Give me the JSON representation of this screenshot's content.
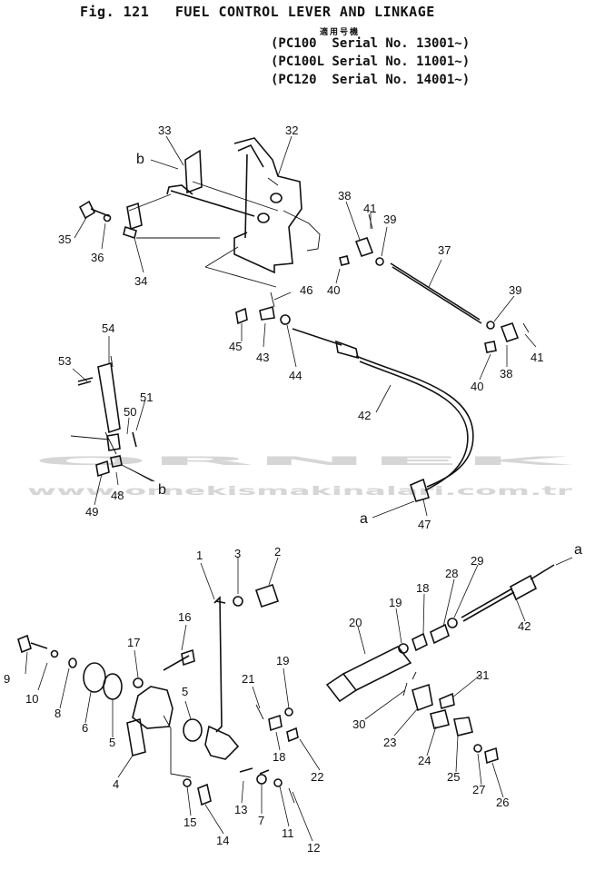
{
  "header": {
    "title": "Fig. 121   FUEL CONTROL LEVER AND LINKAGE",
    "applicable_label": "適用号機",
    "serials": [
      "(PC100  Serial No. 13001~)",
      "(PC100L Serial No. 11001~)",
      "(PC120  Serial No. 14001~)"
    ]
  },
  "watermark": {
    "brand": "ORNEK",
    "url": "www.ornekismakinalari.com.tr"
  },
  "callouts": [
    {
      "id": "upper-a",
      "text": "a"
    },
    {
      "id": "upper-b",
      "text": "b"
    },
    {
      "id": "mid-b",
      "text": "b"
    },
    {
      "id": "right-a",
      "text": "a"
    }
  ],
  "parts": [
    {
      "id": "p33",
      "text": "33"
    },
    {
      "id": "p32",
      "text": "32"
    },
    {
      "id": "p35",
      "text": "35"
    },
    {
      "id": "p36",
      "text": "36"
    },
    {
      "id": "p34",
      "text": "34"
    },
    {
      "id": "p38a",
      "text": "38"
    },
    {
      "id": "p41a",
      "text": "41"
    },
    {
      "id": "p39a",
      "text": "39"
    },
    {
      "id": "p37",
      "text": "37"
    },
    {
      "id": "p40a",
      "text": "40"
    },
    {
      "id": "p46",
      "text": "46"
    },
    {
      "id": "p45",
      "text": "45"
    },
    {
      "id": "p43",
      "text": "43"
    },
    {
      "id": "p44",
      "text": "44"
    },
    {
      "id": "p39b",
      "text": "39"
    },
    {
      "id": "p41b",
      "text": "41"
    },
    {
      "id": "p38b",
      "text": "38"
    },
    {
      "id": "p40b",
      "text": "40"
    },
    {
      "id": "p42a",
      "text": "42"
    },
    {
      "id": "p47",
      "text": "47"
    },
    {
      "id": "p54",
      "text": "54"
    },
    {
      "id": "p53",
      "text": "53"
    },
    {
      "id": "p51",
      "text": "51"
    },
    {
      "id": "p50",
      "text": "50"
    },
    {
      "id": "p49",
      "text": "49"
    },
    {
      "id": "p48",
      "text": "48"
    },
    {
      "id": "p1",
      "text": "1"
    },
    {
      "id": "p3",
      "text": "3"
    },
    {
      "id": "p2",
      "text": "2"
    },
    {
      "id": "p16",
      "text": "16"
    },
    {
      "id": "p17",
      "text": "17"
    },
    {
      "id": "p9",
      "text": "9"
    },
    {
      "id": "p10",
      "text": "10"
    },
    {
      "id": "p8",
      "text": "8"
    },
    {
      "id": "p6",
      "text": "6"
    },
    {
      "id": "p5a",
      "text": "5"
    },
    {
      "id": "p5b",
      "text": "5"
    },
    {
      "id": "p4",
      "text": "4"
    },
    {
      "id": "p21",
      "text": "21"
    },
    {
      "id": "p19a",
      "text": "19"
    },
    {
      "id": "p18a",
      "text": "18"
    },
    {
      "id": "p22",
      "text": "22"
    },
    {
      "id": "p15",
      "text": "15"
    },
    {
      "id": "p13",
      "text": "13"
    },
    {
      "id": "p7",
      "text": "7"
    },
    {
      "id": "p11",
      "text": "11"
    },
    {
      "id": "p14",
      "text": "14"
    },
    {
      "id": "p12",
      "text": "12"
    },
    {
      "id": "p29",
      "text": "29"
    },
    {
      "id": "p28",
      "text": "28"
    },
    {
      "id": "p18b",
      "text": "18"
    },
    {
      "id": "p19b",
      "text": "19"
    },
    {
      "id": "p20",
      "text": "20"
    },
    {
      "id": "p42b",
      "text": "42"
    },
    {
      "id": "p31",
      "text": "31"
    },
    {
      "id": "p30",
      "text": "30"
    },
    {
      "id": "p23",
      "text": "23"
    },
    {
      "id": "p24",
      "text": "24"
    },
    {
      "id": "p25",
      "text": "25"
    },
    {
      "id": "p27",
      "text": "27"
    },
    {
      "id": "p26",
      "text": "26"
    }
  ]
}
